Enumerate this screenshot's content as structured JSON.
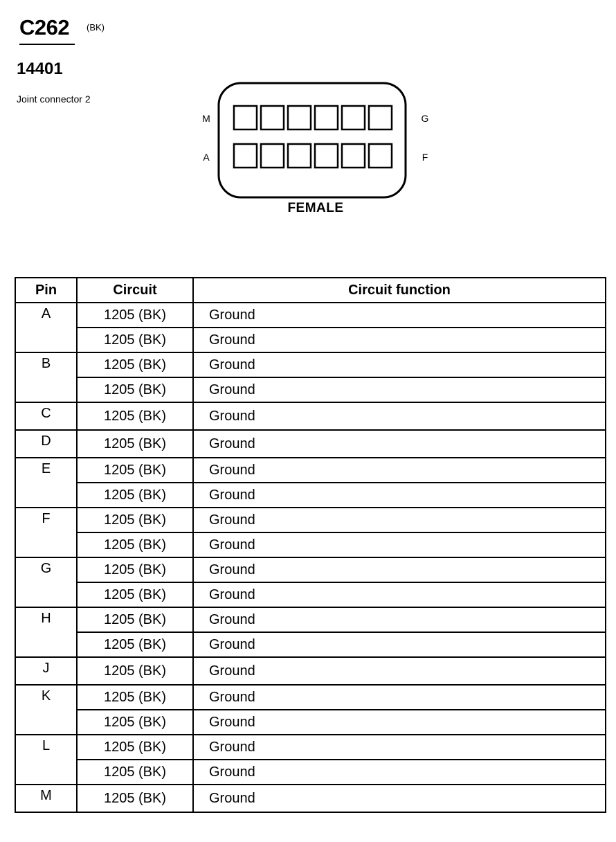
{
  "header": {
    "connector_id": "C262",
    "connector_color": "(BK)",
    "part_number": "14401",
    "description": "Joint connector 2"
  },
  "diagram": {
    "pin_labels": {
      "top_left": "M",
      "bottom_left": "A",
      "top_right": "G",
      "bottom_right": "F"
    },
    "gender": "FEMALE"
  },
  "table": {
    "columns": [
      "Pin",
      "Circuit",
      "Circuit function"
    ],
    "pins": [
      {
        "pin": "A",
        "rows": [
          {
            "circuit": "1205 (BK)",
            "function": "Ground"
          },
          {
            "circuit": "1205 (BK)",
            "function": "Ground"
          }
        ]
      },
      {
        "pin": "B",
        "rows": [
          {
            "circuit": "1205 (BK)",
            "function": "Ground"
          },
          {
            "circuit": "1205 (BK)",
            "function": "Ground"
          }
        ]
      },
      {
        "pin": "C",
        "rows": [
          {
            "circuit": "1205 (BK)",
            "function": "Ground"
          }
        ]
      },
      {
        "pin": "D",
        "rows": [
          {
            "circuit": "1205 (BK)",
            "function": "Ground"
          }
        ]
      },
      {
        "pin": "E",
        "rows": [
          {
            "circuit": "1205 (BK)",
            "function": "Ground"
          },
          {
            "circuit": "1205 (BK)",
            "function": "Ground"
          }
        ]
      },
      {
        "pin": "F",
        "rows": [
          {
            "circuit": "1205 (BK)",
            "function": "Ground"
          },
          {
            "circuit": "1205 (BK)",
            "function": "Ground"
          }
        ]
      },
      {
        "pin": "G",
        "rows": [
          {
            "circuit": "1205 (BK)",
            "function": "Ground"
          },
          {
            "circuit": "1205 (BK)",
            "function": "Ground"
          }
        ]
      },
      {
        "pin": "H",
        "rows": [
          {
            "circuit": "1205 (BK)",
            "function": "Ground"
          },
          {
            "circuit": "1205 (BK)",
            "function": "Ground"
          }
        ]
      },
      {
        "pin": "J",
        "rows": [
          {
            "circuit": "1205 (BK)",
            "function": "Ground"
          }
        ]
      },
      {
        "pin": "K",
        "rows": [
          {
            "circuit": "1205 (BK)",
            "function": "Ground"
          },
          {
            "circuit": "1205 (BK)",
            "function": "Ground"
          }
        ]
      },
      {
        "pin": "L",
        "rows": [
          {
            "circuit": "1205 (BK)",
            "function": "Ground"
          },
          {
            "circuit": "1205 (BK)",
            "function": "Ground"
          }
        ]
      },
      {
        "pin": "M",
        "rows": [
          {
            "circuit": "1205 (BK)",
            "function": "Ground"
          }
        ]
      }
    ]
  }
}
